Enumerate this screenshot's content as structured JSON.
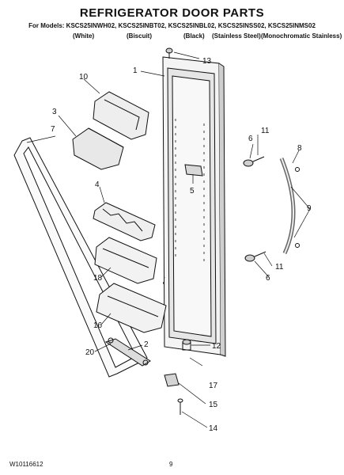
{
  "header": {
    "title": "REFRIGERATOR DOOR PARTS",
    "models_label": "For Models: KSCS25INWH02, KSCS25INBT02, KSCS25INBL02, KSCS25INSS02, KSCS25INMS02",
    "variants": [
      "(White)",
      "(Biscuit)",
      "(Black)",
      "(Stainless Steel)",
      "(Monochromatic Stainless)"
    ]
  },
  "callouts": [
    "1",
    "2",
    "3",
    "4",
    "5",
    "6",
    "6",
    "7",
    "8",
    "9",
    "10",
    "11",
    "11",
    "12",
    "13",
    "14",
    "15",
    "16",
    "17",
    "18",
    "20"
  ],
  "footer": {
    "doc_number": "W10116612",
    "page_number": "9"
  }
}
